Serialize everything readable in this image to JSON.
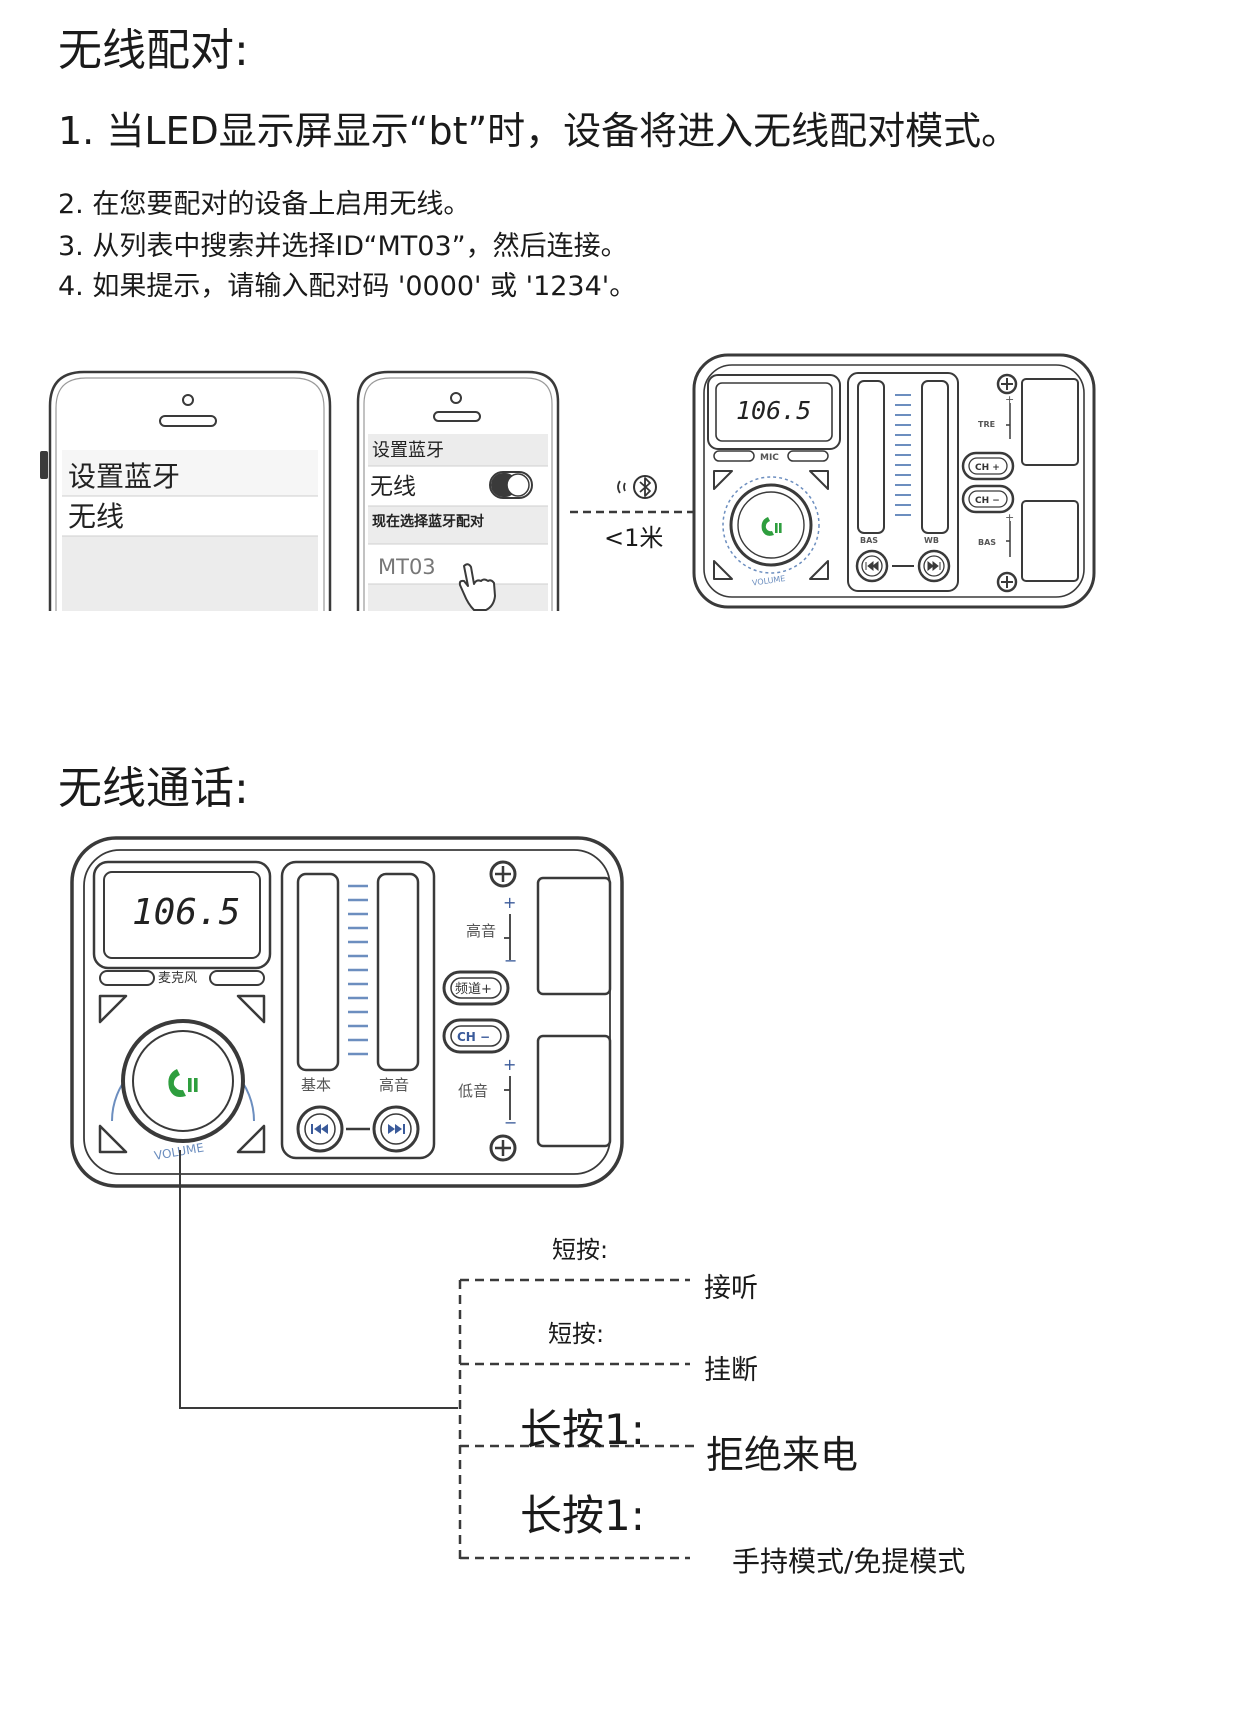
{
  "pairing": {
    "title": "无线配对:",
    "steps": [
      "1. 当LED显示屏显示“bt”时，设备将进入无线配对模式。",
      "2. 在您要配对的设备上启用无线。",
      "3. 从列表中搜索并选择ID“MT03”，然后连接。",
      "4. 如果提示，请输入配对码 '0000' 或 '1234'。"
    ],
    "phone1": {
      "line1": "设置蓝牙",
      "line2": "无线"
    },
    "phone2": {
      "header": "设置蓝牙",
      "wireless": "无线",
      "subheader": "现在选择蓝牙配对",
      "device": "MT03"
    },
    "distance": "<1米",
    "small_device": {
      "display": "106.5",
      "mic": "MIC",
      "volume": "VOLUME",
      "left_label": "BAS",
      "right_label": "WB",
      "tre": "TRE",
      "bas": "BAS",
      "ch_plus": "CH +",
      "ch_minus": "CH −"
    }
  },
  "calling": {
    "title": "无线通话:",
    "device": {
      "display": "106.5",
      "mic": "麦克风",
      "volume": "VOLUME",
      "left_label": "基本",
      "right_label": "高音",
      "high": "高音",
      "low": "低音",
      "ch_plus": "频道+",
      "ch_minus": "CH −"
    },
    "actions": [
      {
        "trigger": "短按:",
        "action": "接听"
      },
      {
        "trigger": "短按:",
        "action": "挂断"
      },
      {
        "trigger": "长按1:",
        "action": "拒绝来电"
      },
      {
        "trigger": "长按1:",
        "action": "手持模式/免提模式"
      }
    ]
  },
  "colors": {
    "accent": "#2e9e3e",
    "line": "#3a3a3a",
    "screen": "#ececec"
  }
}
